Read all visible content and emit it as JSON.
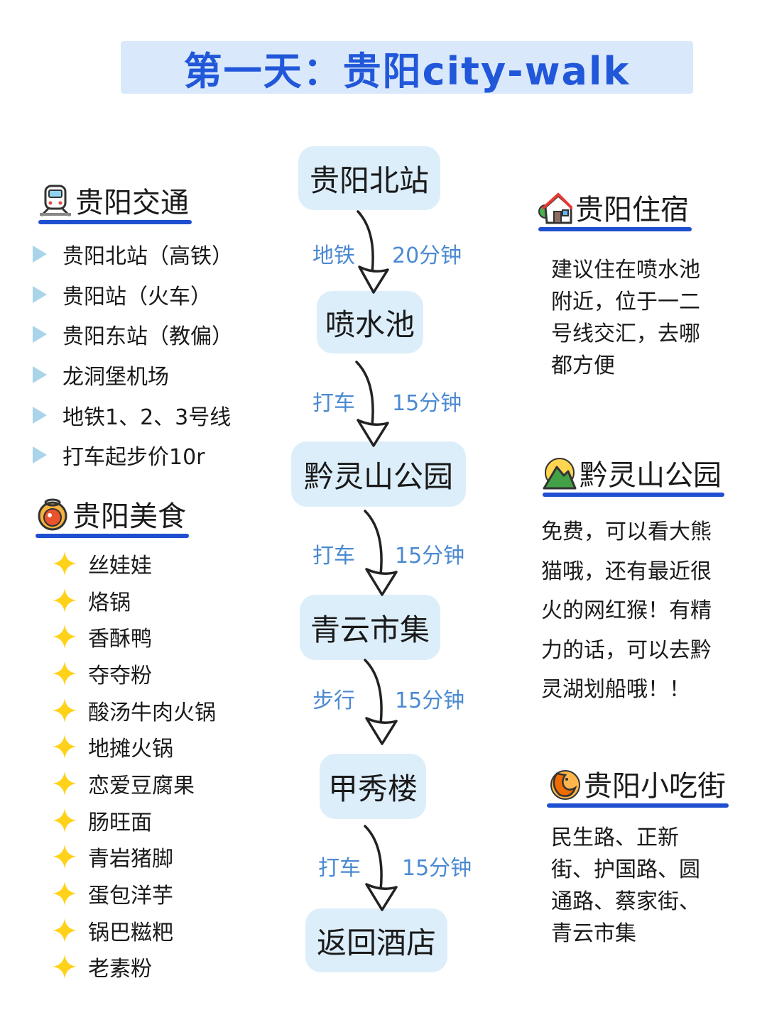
{
  "title": "第一天：贵阳city-walk",
  "transport": {
    "heading": "贵阳交通",
    "items": [
      "贵阳北站（高铁）",
      "贵阳站（火车）",
      "贵阳东站（教偏）",
      "龙洞堡机场",
      "地铁1、2、3号线",
      "打车起步价10r"
    ]
  },
  "food": {
    "heading": "贵阳美食",
    "items": [
      "丝娃娃",
      "烙锅",
      "香酥鸭",
      "夺夺粉",
      "酸汤牛肉火锅",
      "地摊火锅",
      "恋爱豆腐果",
      "肠旺面",
      "青岩猪脚",
      "蛋包洋芋",
      "锅巴糍粑",
      "老素粉"
    ]
  },
  "route": {
    "stops": [
      "贵阳北站",
      "喷水池",
      "黔灵山公园",
      "青云市集",
      "甲秀楼",
      "返回酒店"
    ],
    "legs": [
      {
        "mode": "地铁",
        "time": "20分钟"
      },
      {
        "mode": "打车",
        "time": "15分钟"
      },
      {
        "mode": "打车",
        "time": "15分钟"
      },
      {
        "mode": "步行",
        "time": "15分钟"
      },
      {
        "mode": "打车",
        "time": "15分钟"
      }
    ]
  },
  "lodging": {
    "heading": "贵阳住宿",
    "lines": [
      "建议住在喷水池",
      "附近，位于一二",
      "号线交汇，去哪",
      "都方便"
    ]
  },
  "park": {
    "heading": "黔灵山公园",
    "lines": [
      "免费，可以看大熊",
      "猫哦，还有最近很",
      "火的网红猴！有精",
      "力的话，可以去黔",
      "灵湖划船哦！！"
    ]
  },
  "snack": {
    "heading": "贵阳小吃街",
    "lines": [
      "民生路、正新",
      "街、护国路、圆",
      "通路、蔡家街、",
      "青云市集"
    ]
  },
  "colors": {
    "title": "#2157d9",
    "title_bg": "#d9e8fb",
    "stop_bg": "#ddeefb",
    "leg_text": "#4b8ad1",
    "underline": "#1f4fd1"
  },
  "icons": [
    "train-icon",
    "food-icon",
    "house-icon",
    "mountain-icon",
    "shrimp-icon",
    "star-icon",
    "triangle-bullet-icon"
  ]
}
